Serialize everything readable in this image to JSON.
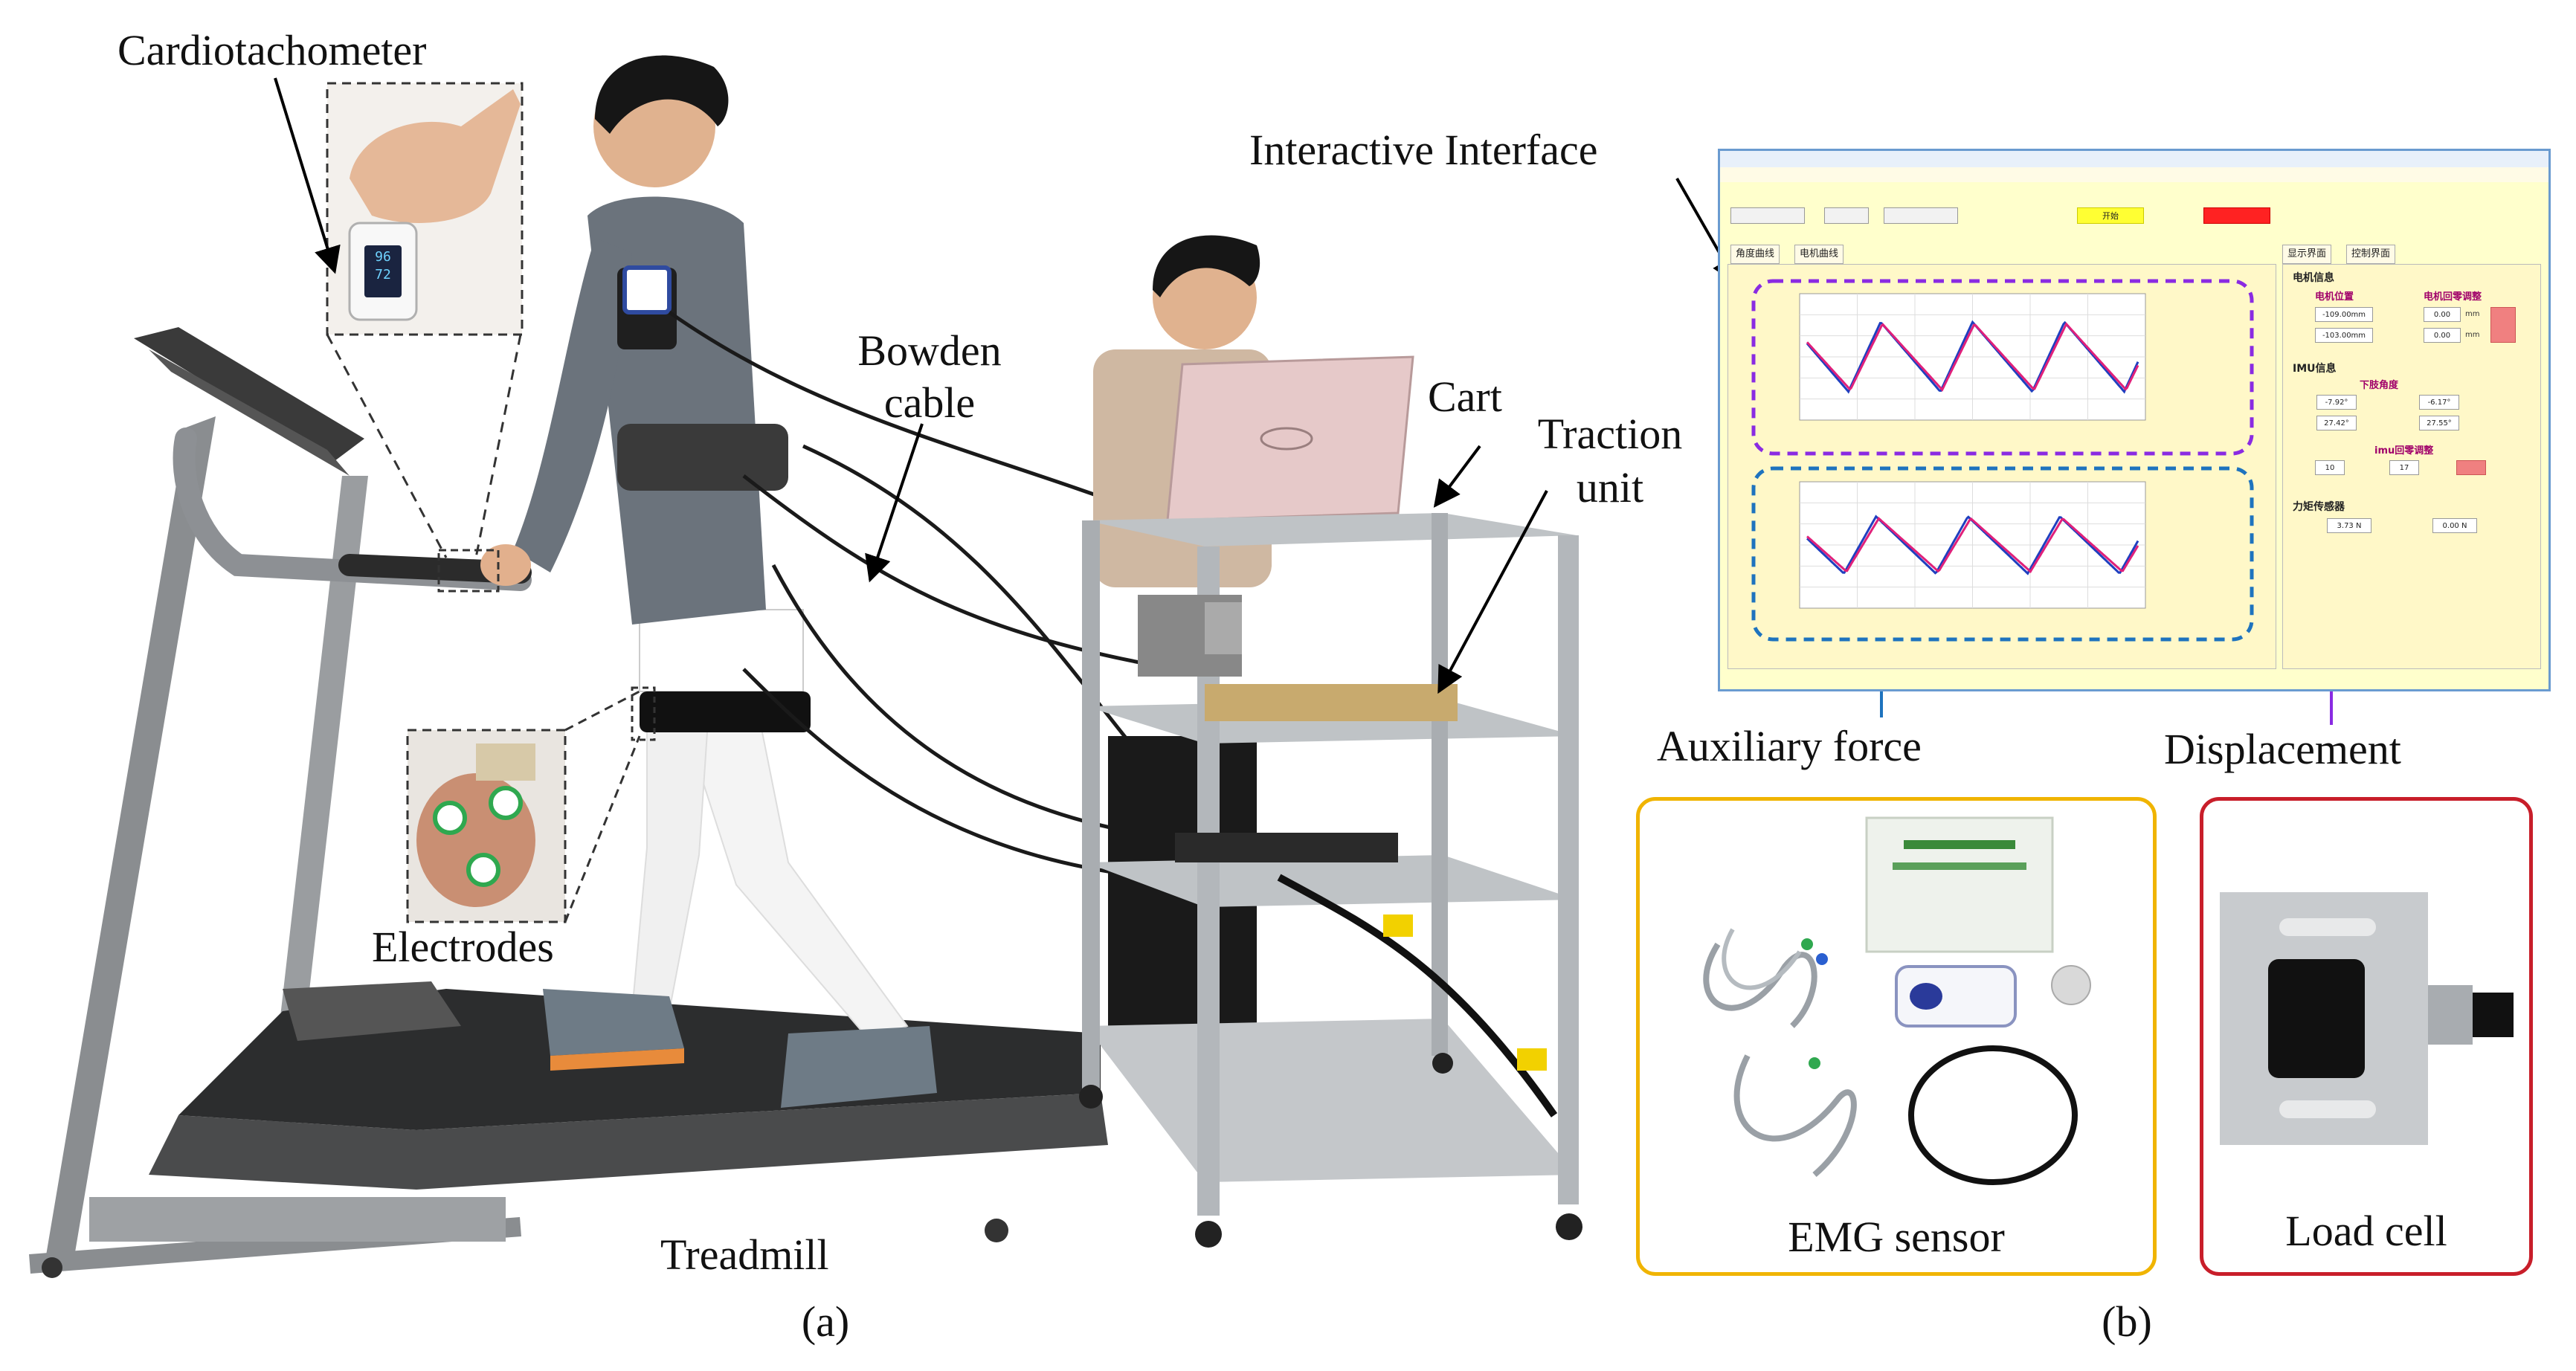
{
  "labels": {
    "cardiotachometer": "Cardiotachometer",
    "bowden_cable_1": "Bowden",
    "bowden_cable_2": "cable",
    "cart": "Cart",
    "traction_unit_1": "Traction",
    "traction_unit_2": "unit",
    "interactive_interface": "Interactive Interface",
    "electrodes": "Electrodes",
    "treadmill": "Treadmill",
    "auxiliary_force": "Auxiliary force",
    "displacement": "Displacement",
    "emg_sensor": "EMG sensor",
    "load_cell": "Load cell",
    "panel_a": "(a)",
    "panel_b": "(b)"
  },
  "heart_rate_display": {
    "line1": "96",
    "line2": "72"
  },
  "interface": {
    "start_button": "开始",
    "tabs_left": [
      "角度曲线",
      "电机曲线"
    ],
    "tabs_right": [
      "显示界面",
      "控制界面"
    ],
    "sections": {
      "motor_info": "电机信息",
      "motor_position": "电机位置",
      "motor_zero_adjust": "电机回零调整",
      "imu_info": "IMU信息",
      "lower_limb_angle": "下肢角度",
      "imu_zero_adjust": "imu回零调整",
      "force_sensor": "力矩传感器"
    },
    "fields": {
      "motor_left_pos": "-109.00mm",
      "motor_right_pos": "-103.00mm",
      "motor_left_adj": "0.00",
      "motor_right_adj": "0.00",
      "imu_left_1": "-7.92°",
      "imu_left_2": "27.42°",
      "imu_right_1": "-6.17°",
      "imu_right_2": "27.55°",
      "imu_zero_left": "10",
      "imu_zero_right": "17",
      "force_left": "3.73 N",
      "force_right": "0.00 N"
    },
    "units": {
      "mm": "mm"
    }
  },
  "colors": {
    "emg_box": "#f0b400",
    "load_cell_box": "#c81e2a",
    "angle_chart_box": "#8a2be2",
    "motor_chart_box": "#1e73be",
    "series_1": "#1f3fbf",
    "series_2": "#e0207a"
  }
}
